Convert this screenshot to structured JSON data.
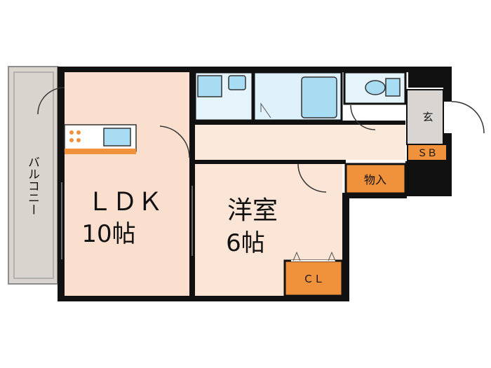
{
  "labels": {
    "ldk_name": "ＬＤＫ",
    "ldk_size": "10帖",
    "western_name": "洋室",
    "western_size": "6帖",
    "balcony": "バルコニー",
    "entrance": "玄",
    "shoe_box": "ＳＢ",
    "storage": "物入",
    "closet": "ＣＬ"
  },
  "colors": {
    "wall": "#111111",
    "ldk_floor": "#fadfcf",
    "western_floor": "#fae5d6",
    "corridor_floor": "#fbeadc",
    "storage": "#f0923c",
    "balcony": "#d9d4cd",
    "entrance": "#d8d5d2",
    "fixture_blue": "#a8dcf2",
    "wet_floor": "#dff1fa"
  }
}
